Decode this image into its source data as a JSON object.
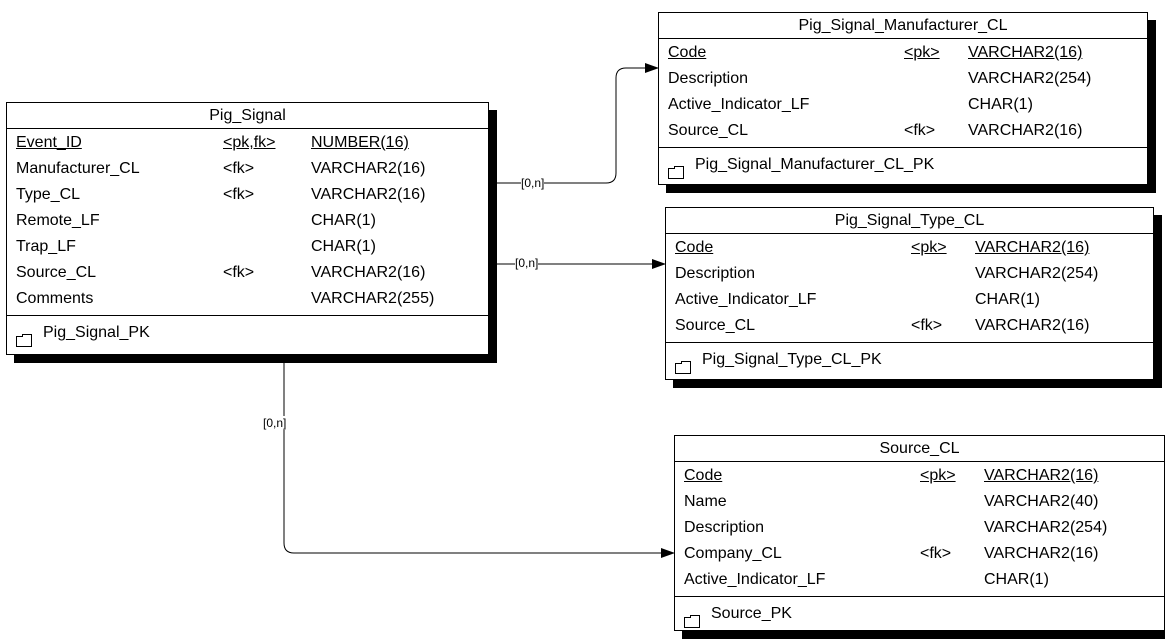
{
  "entities": {
    "pig_signal": {
      "name": "Pig_Signal",
      "attributes": [
        {
          "name": "Event_ID",
          "key": "<pk,fk>",
          "type": "NUMBER(16)",
          "pk": true
        },
        {
          "name": "Manufacturer_CL",
          "key": "<fk>",
          "type": "VARCHAR2(16)",
          "pk": false
        },
        {
          "name": "Type_CL",
          "key": "<fk>",
          "type": "VARCHAR2(16)",
          "pk": false
        },
        {
          "name": "Remote_LF",
          "key": "",
          "type": "CHAR(1)",
          "pk": false
        },
        {
          "name": "Trap_LF",
          "key": "",
          "type": "CHAR(1)",
          "pk": false
        },
        {
          "name": "Source_CL",
          "key": "<fk>",
          "type": "VARCHAR2(16)",
          "pk": false
        },
        {
          "name": "Comments",
          "key": "",
          "type": "VARCHAR2(255)",
          "pk": false
        }
      ],
      "primary_key": "Pig_Signal_PK"
    },
    "manufacturer": {
      "name": "Pig_Signal_Manufacturer_CL",
      "attributes": [
        {
          "name": "Code",
          "key": "<pk>",
          "type": "VARCHAR2(16)",
          "pk": true
        },
        {
          "name": "Description",
          "key": "",
          "type": "VARCHAR2(254)",
          "pk": false
        },
        {
          "name": "Active_Indicator_LF",
          "key": "",
          "type": "CHAR(1)",
          "pk": false
        },
        {
          "name": "Source_CL",
          "key": "<fk>",
          "type": "VARCHAR2(16)",
          "pk": false
        }
      ],
      "primary_key": "Pig_Signal_Manufacturer_CL_PK"
    },
    "type": {
      "name": "Pig_Signal_Type_CL",
      "attributes": [
        {
          "name": "Code",
          "key": "<pk>",
          "type": "VARCHAR2(16)",
          "pk": true
        },
        {
          "name": "Description",
          "key": "",
          "type": "VARCHAR2(254)",
          "pk": false
        },
        {
          "name": "Active_Indicator_LF",
          "key": "",
          "type": "CHAR(1)",
          "pk": false
        },
        {
          "name": "Source_CL",
          "key": "<fk>",
          "type": "VARCHAR2(16)",
          "pk": false
        }
      ],
      "primary_key": "Pig_Signal_Type_CL_PK"
    },
    "source": {
      "name": "Source_CL",
      "attributes": [
        {
          "name": "Code",
          "key": "<pk>",
          "type": "VARCHAR2(16)",
          "pk": true
        },
        {
          "name": "Name",
          "key": "",
          "type": "VARCHAR2(40)",
          "pk": false
        },
        {
          "name": "Description",
          "key": "",
          "type": "VARCHAR2(254)",
          "pk": false
        },
        {
          "name": "Company_CL",
          "key": "<fk>",
          "type": "VARCHAR2(16)",
          "pk": false
        },
        {
          "name": "Active_Indicator_LF",
          "key": "",
          "type": "CHAR(1)",
          "pk": false
        }
      ],
      "primary_key": "Source_PK"
    }
  },
  "relationships": [
    {
      "from": "Pig_Signal",
      "to": "Pig_Signal_Manufacturer_CL",
      "cardinality": "[0,n]"
    },
    {
      "from": "Pig_Signal",
      "to": "Pig_Signal_Type_CL",
      "cardinality": "[0,n]"
    },
    {
      "from": "Pig_Signal",
      "to": "Source_CL",
      "cardinality": "[0,n]"
    }
  ],
  "colors": {
    "line": "#000000",
    "background": "#ffffff",
    "shadow": "#000000"
  }
}
